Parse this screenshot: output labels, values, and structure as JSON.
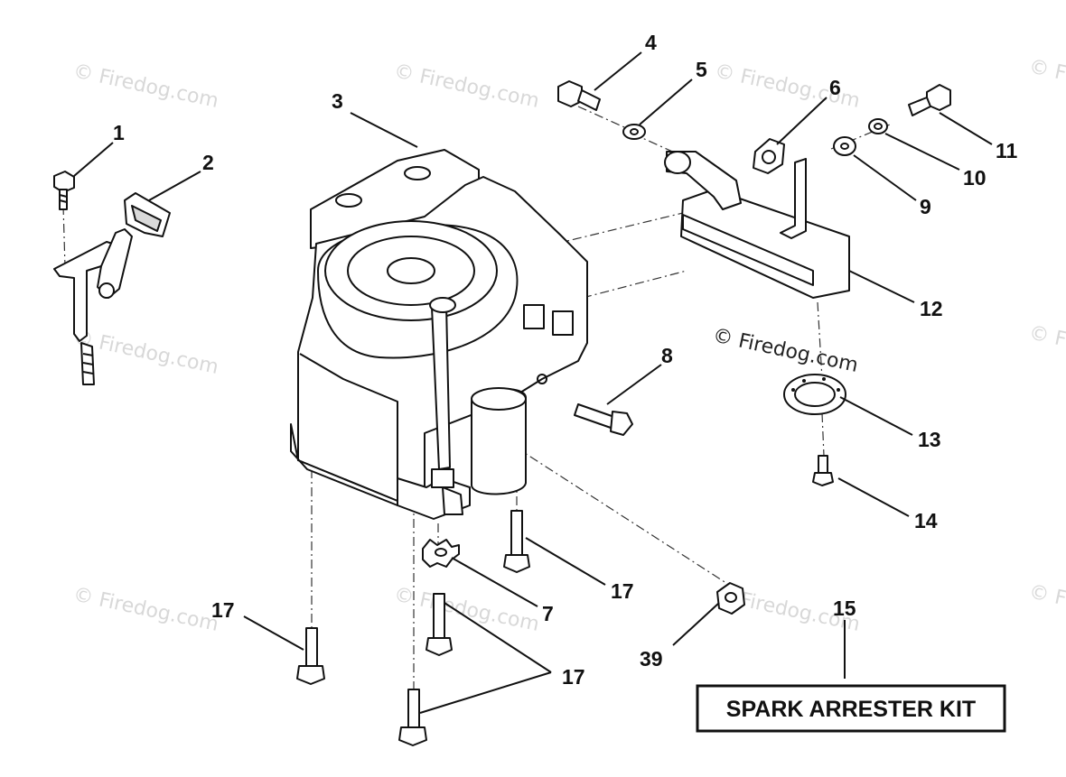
{
  "watermark": {
    "text": "© Firedog.com",
    "partial_text": "© F"
  },
  "callouts": {
    "c1": "1",
    "c2": "2",
    "c3": "3",
    "c4": "4",
    "c5": "5",
    "c6": "6",
    "c7": "7",
    "c8": "8",
    "c9": "9",
    "c10": "10",
    "c11": "11",
    "c12": "12",
    "c13": "13",
    "c14": "14",
    "c15": "15",
    "c17a": "17",
    "c17b": "17",
    "c17c": "17",
    "c39": "39"
  },
  "kit_label": "SPARK ARRESTER KIT"
}
